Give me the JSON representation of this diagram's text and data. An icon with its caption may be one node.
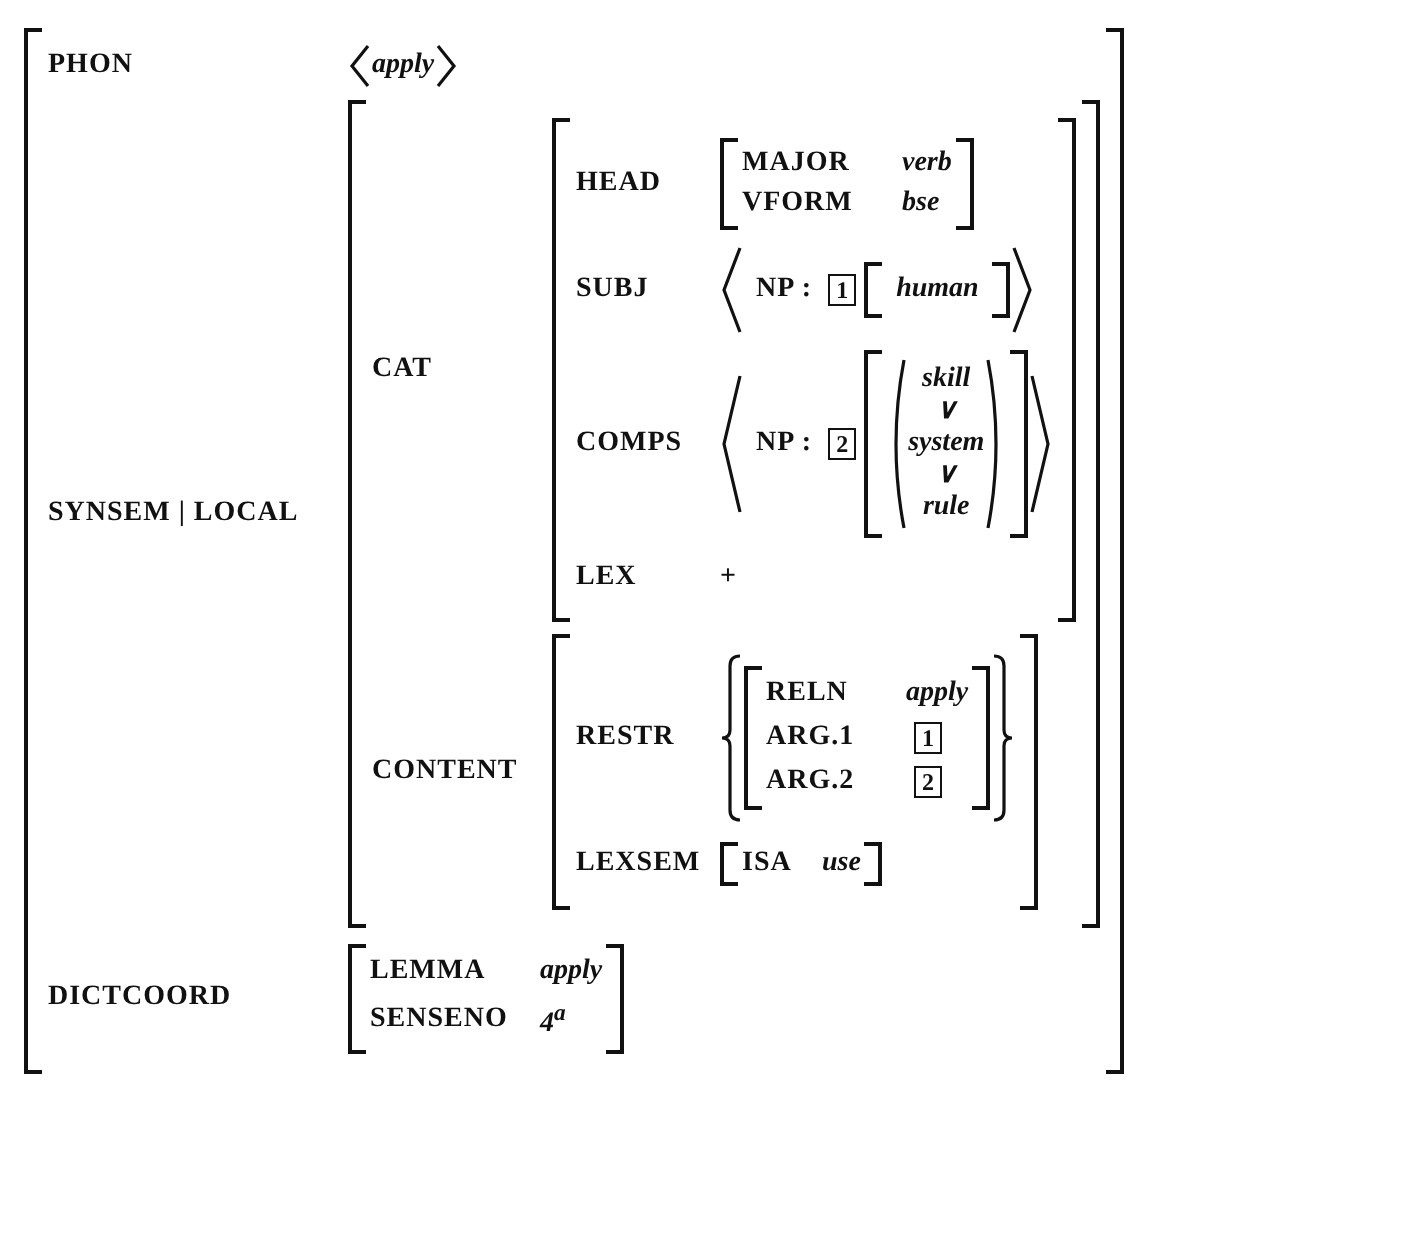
{
  "diagram": {
    "nodes": [
      {
        "text": [
          "PHON",
          "apply",
          "SYNSEM | LOCAL",
          "DICTCOORD"
        ]
      },
      {
        "text": [
          "CAT",
          "CONTENT"
        ],
        "in": 0
      },
      {
        "text": [
          "HEAD",
          "SUBJ",
          "NP :",
          "COMPS",
          "NP :",
          "LEX",
          "+"
        ],
        "in": 1
      },
      {
        "text": [
          "MAJOR",
          "verb",
          "VFORM",
          "bse"
        ],
        "in": 2
      },
      {
        "text": [
          "1"
        ],
        "in": 2
      },
      {
        "text": [
          "human"
        ],
        "in": 2
      },
      {
        "text": [
          "2"
        ],
        "in": 2
      },
      {
        "text": [
          "skill",
          "∨",
          "system",
          "∨",
          "rule"
        ],
        "in": 2
      },
      {
        "text": [
          "RESTR",
          "LEXSEM"
        ],
        "in": 1
      },
      {
        "text": [
          "RELN",
          "apply",
          "ARG.1",
          "ARG.2"
        ],
        "in": 8
      },
      {
        "text": [
          "1"
        ],
        "in": 9
      },
      {
        "text": [
          "2"
        ],
        "in": 9
      },
      {
        "text": [
          "ISA",
          "use"
        ],
        "in": 8
      },
      {
        "text": [
          "LEMMA",
          "apply",
          "SENSENO",
          "4$^{a}$"
        ],
        "in": 0
      }
    ]
  }
}
